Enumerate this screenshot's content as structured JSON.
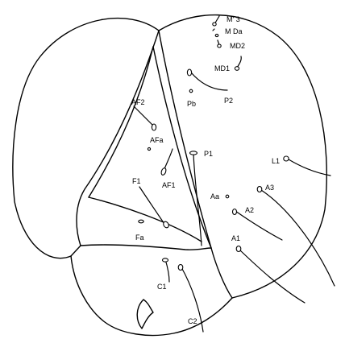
{
  "labels": {
    "md3": "M' 3",
    "mda": "M Da",
    "md2": "MD2",
    "md1": "MD1",
    "p2": "P2",
    "pb": "Pb",
    "af2": "AF2",
    "afa": "AFa",
    "p1": "P1",
    "l1": "L1",
    "af1": "AF1",
    "a3": "A3",
    "aa": "Aa",
    "f1": "F1",
    "a2": "A2",
    "fa": "Fa",
    "a1": "A1",
    "c1": "C1",
    "c2": "C2"
  }
}
